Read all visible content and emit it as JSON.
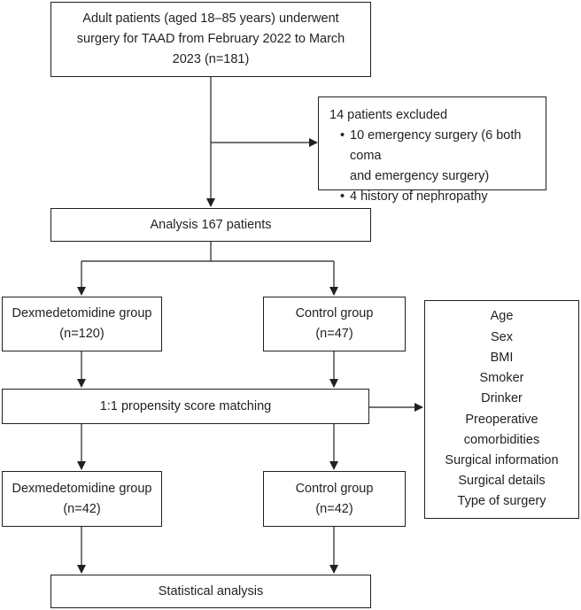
{
  "nodes": {
    "enrolled": {
      "lines": [
        "Adult patients (aged 18–85 years) underwent",
        "surgery for TAAD from February 2022 to March",
        "2023 (n=181)"
      ]
    },
    "excluded": {
      "title": "14 patients excluded",
      "bullet_symbol": "•",
      "items": [
        {
          "lines": [
            "10 emergency surgery (6 both coma",
            "and emergency surgery)"
          ]
        },
        {
          "lines": [
            "4 history of nephropathy"
          ]
        }
      ]
    },
    "analysis": {
      "label": "Analysis 167 patients"
    },
    "dex_before": {
      "lines": [
        "Dexmedetomidine group",
        "(n=120)"
      ]
    },
    "ctrl_before": {
      "lines": [
        "Control group",
        "(n=47)"
      ]
    },
    "psm": {
      "label": "1:1 propensity score matching"
    },
    "covariates": {
      "items": [
        "Age",
        "Sex",
        "BMI",
        "Smoker",
        "Drinker",
        "Preoperative",
        "comorbidities",
        "Surgical information",
        "Surgical details",
        "Type of surgery"
      ]
    },
    "dex_after": {
      "lines": [
        "Dexmedetomidine group",
        "(n=42)"
      ]
    },
    "ctrl_after": {
      "lines": [
        "Control group",
        "(n=42)"
      ]
    },
    "stats": {
      "label": "Statistical analysis"
    }
  },
  "colors": {
    "stroke": "#231f20",
    "text": "#231f20",
    "background": "#ffffff"
  }
}
